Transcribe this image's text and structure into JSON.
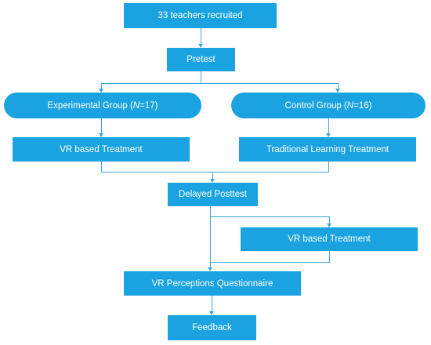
{
  "flowchart": {
    "recruited": "33 teachers recruited",
    "pretest": "Pretest",
    "experimental": {
      "prefix": "Experimental Group (",
      "n_symbol": "N",
      "suffix": "=17)"
    },
    "control": {
      "prefix": "Control Group (",
      "n_symbol": "N",
      "suffix": "=16)"
    },
    "vr_treatment": "VR based Treatment",
    "traditional_treatment": "Traditional Learning Treatment",
    "delayed_posttest": "Delayed Posttest",
    "vr_treatment_control": "VR based Treatment",
    "questionnaire": "VR Perceptions Questionnaire",
    "feedback": "Feedback"
  },
  "colors": {
    "box_fill": "#1aa3e0",
    "connector": "#3aa8d8",
    "text": "#ffffff"
  }
}
